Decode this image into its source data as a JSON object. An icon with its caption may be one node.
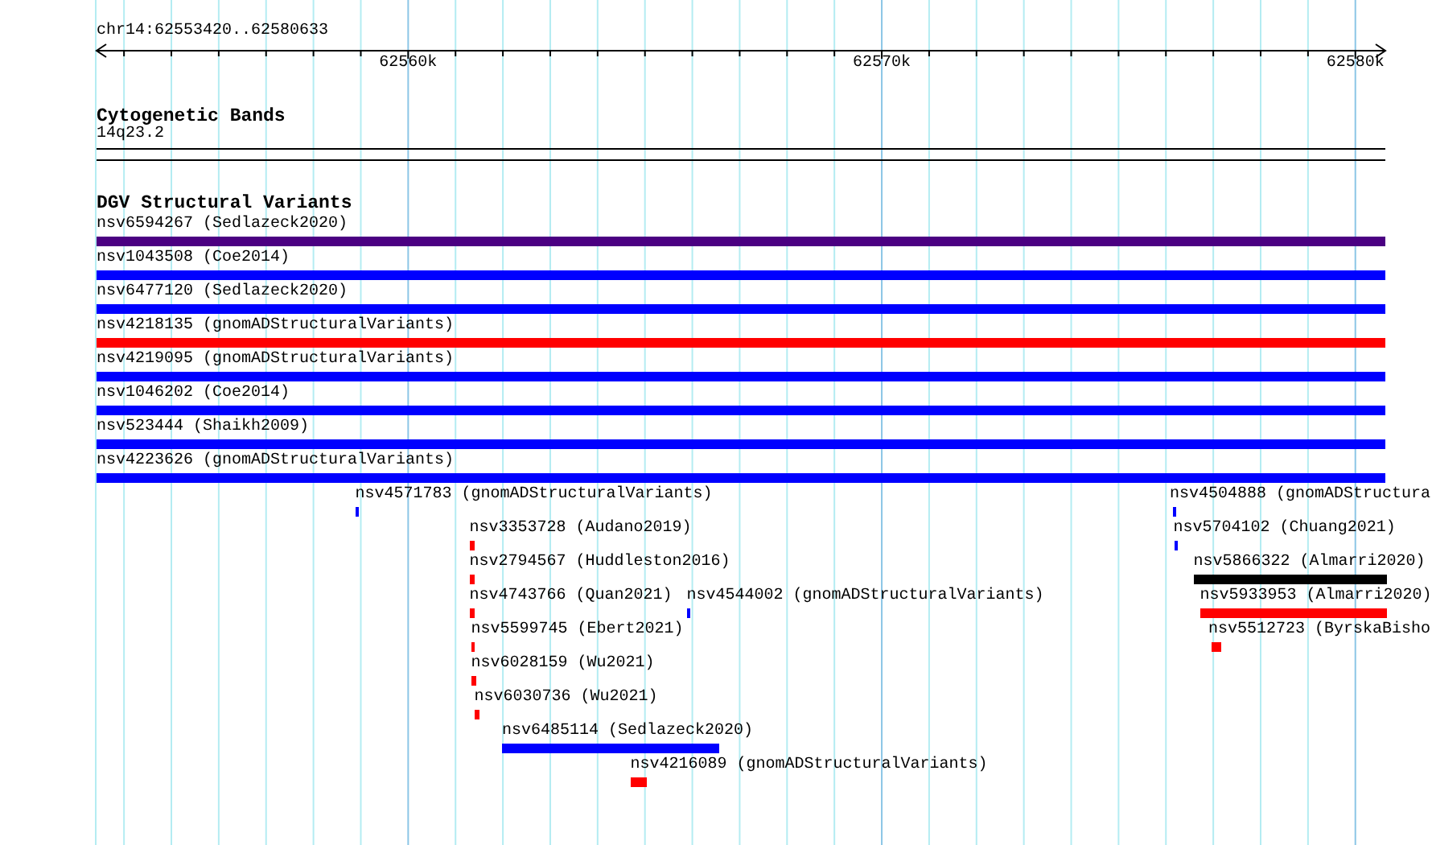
{
  "diagram": {
    "nodes": [
      {
        "text": [
          "14q23.2"
        ]
      },
      {
        "text": [
          "nsv6594267 (Sedlazeck2020)"
        ]
      },
      {
        "text": [
          "nsv1043508 (Coe2014)"
        ]
      },
      {
        "text": [
          "nsv6477120 (Sedlazeck2020)"
        ]
      },
      {
        "text": [
          "nsv4218135 (gnomADStructuralVariants)"
        ]
      },
      {
        "text": [
          "nsv4219095 (gnomADStructuralVariants)"
        ]
      },
      {
        "text": [
          "nsv1046202 (Coe2014)"
        ]
      },
      {
        "text": [
          "nsv523444 (Shaikh2009)"
        ]
      },
      {
        "text": [
          "nsv4223626 (gnomADStructuralVariants)"
        ]
      },
      {
        "text": [
          "nsv4571783 (gnomADStructuralVariants)"
        ]
      },
      {
        "text": [
          "nsv4504888 (gnomADStructura"
        ]
      },
      {
        "text": [
          "nsv3353728 (Audano2019)"
        ]
      },
      {
        "text": [
          "nsv5704102 (Chuang2021)"
        ]
      },
      {
        "text": [
          "nsv2794567 (Huddleston2016)"
        ]
      },
      {
        "text": [
          "nsv5866322 (Almarri2020)"
        ]
      },
      {
        "text": [
          "nsv4743766 (Quan2021)"
        ]
      },
      {
        "text": [
          "nsv4544002 (gnomADStructuralVariants)"
        ]
      },
      {
        "text": [
          "nsv5933953 (Almarri2020)"
        ]
      },
      {
        "text": [
          "nsv5599745 (Ebert2021)"
        ]
      },
      {
        "text": [
          "nsv5512723 (ByrskaBisho"
        ]
      },
      {
        "text": [
          "nsv6028159 (Wu2021)"
        ]
      },
      {
        "text": [
          "nsv6030736 (Wu2021)"
        ]
      },
      {
        "text": [
          "nsv6485114 (Sedlazeck2020)"
        ]
      },
      {
        "text": [
          "nsv4216089 (gnomADStructuralVariants)"
        ]
      }
    ],
    "labels": [
      "chr14:62553420..62580633",
      "62560k",
      "62570k",
      "62580k",
      "Cytogenetic Bands",
      "DGV Structural Variants"
    ]
  }
}
